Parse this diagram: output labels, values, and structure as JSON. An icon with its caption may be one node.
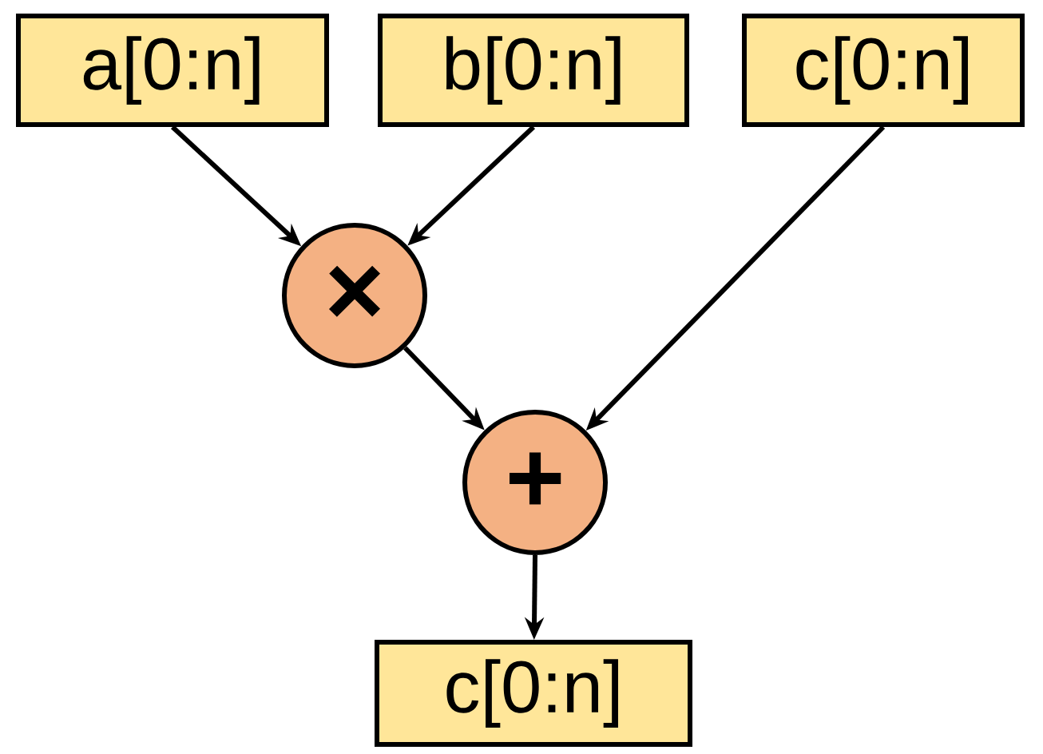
{
  "diagram": {
    "nodes": [
      {
        "text": [
          "a[0:n]"
        ]
      },
      {
        "text": [
          "b[0:n]"
        ]
      },
      {
        "text": [
          "c[0:n]"
        ]
      },
      {
        "text": [
          "×"
        ]
      },
      {
        "text": [
          "+"
        ]
      },
      {
        "text": [
          "c[0:n]"
        ]
      }
    ],
    "edges": [
      {
        "from": 0,
        "to": 3,
        "arrow": "to"
      },
      {
        "from": 1,
        "to": 3,
        "arrow": "to"
      },
      {
        "from": 3,
        "to": 4,
        "arrow": "to"
      },
      {
        "from": 2,
        "to": 4,
        "arrow": "to"
      },
      {
        "from": 4,
        "to": 5,
        "arrow": "to"
      }
    ]
  }
}
